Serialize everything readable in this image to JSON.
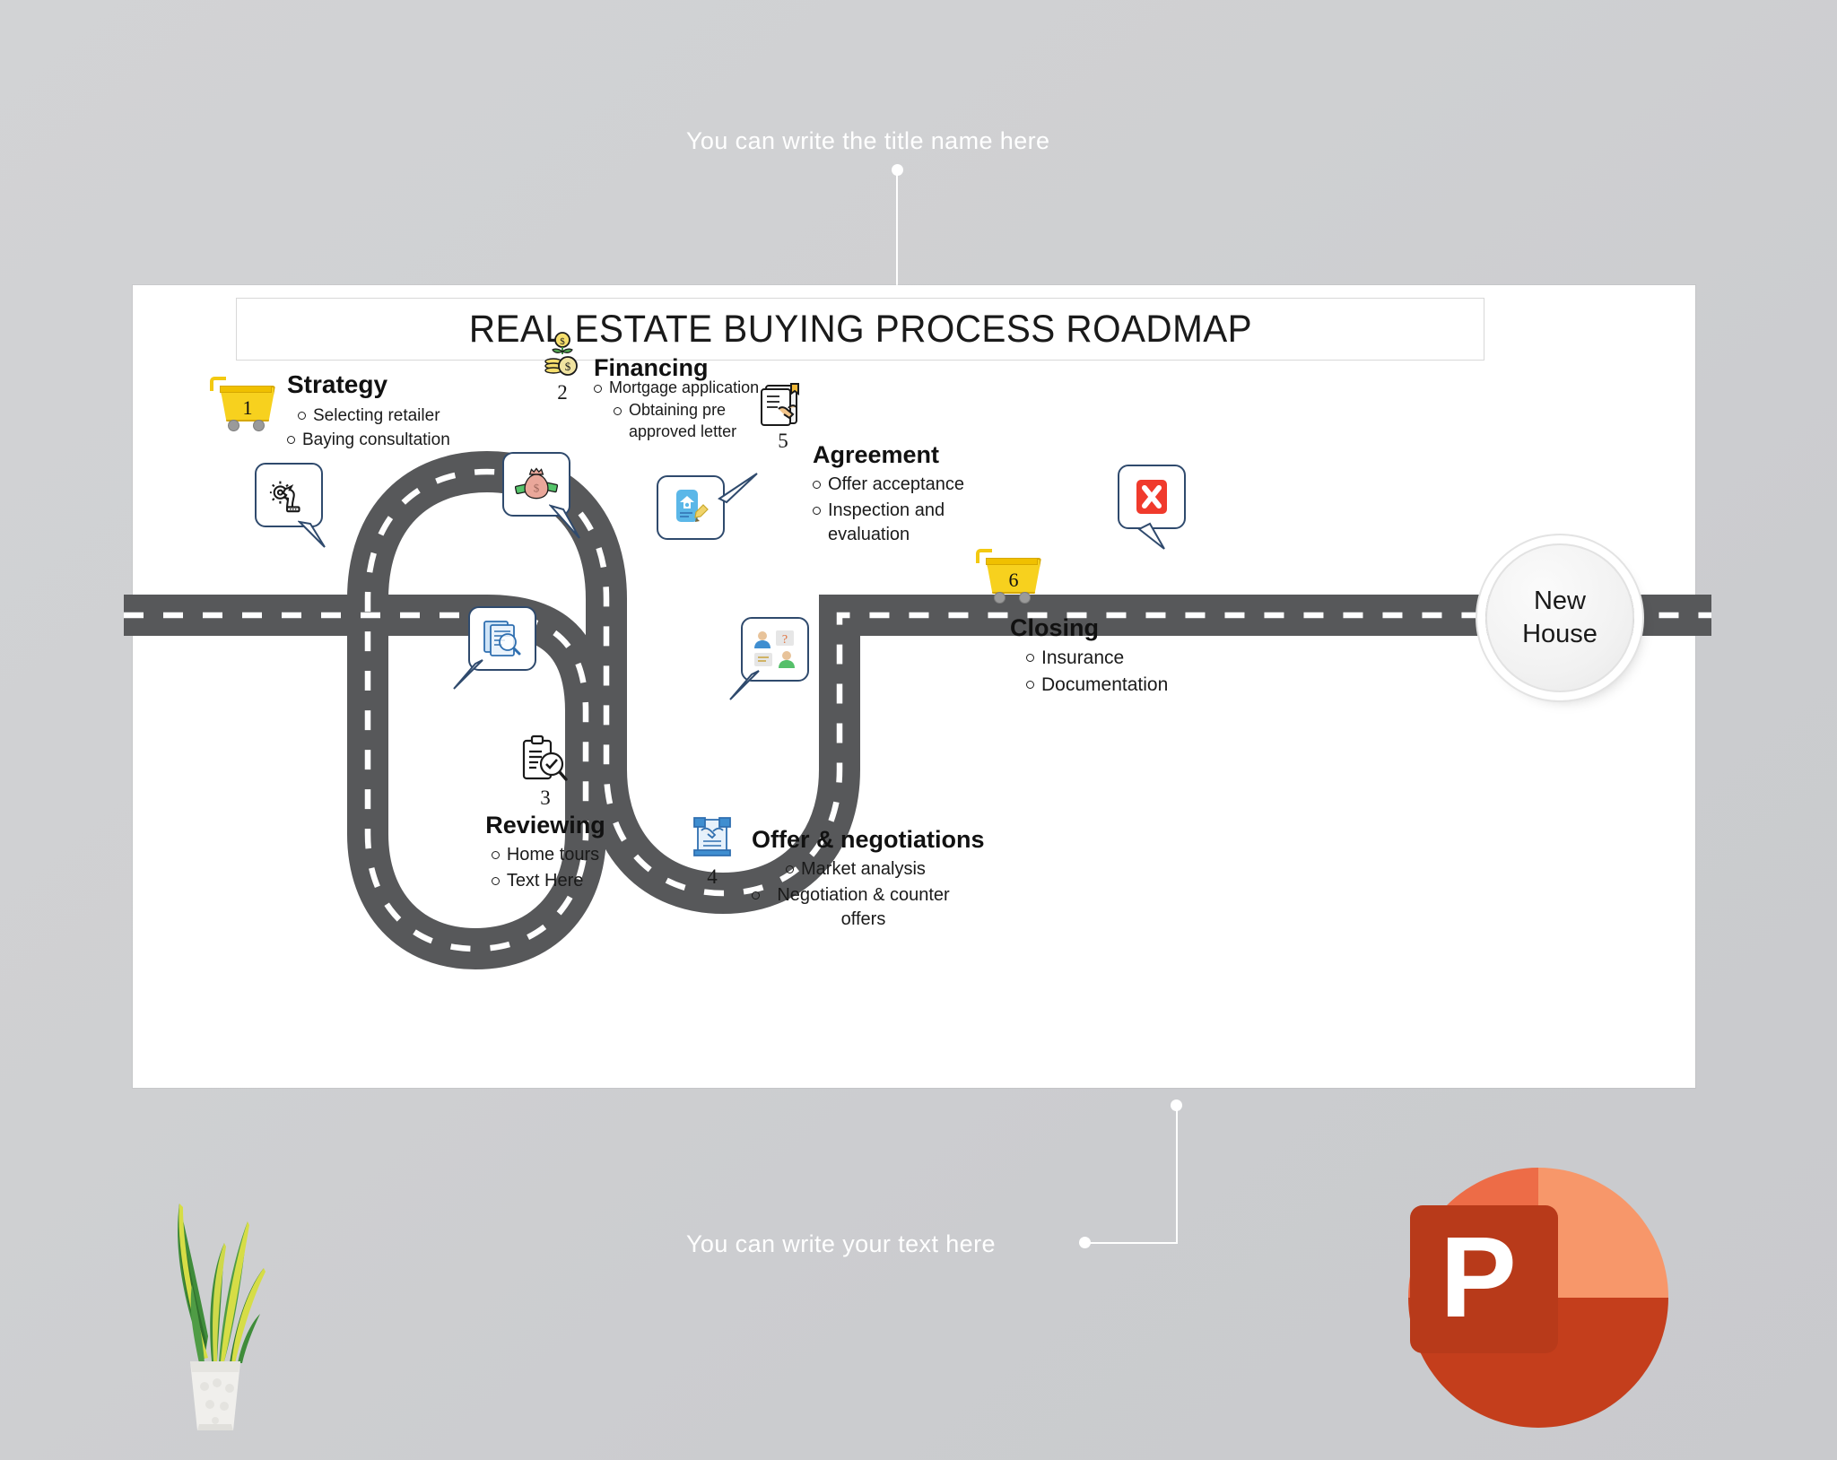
{
  "annotations": {
    "top": "You can write the title name here",
    "bottom": "You can write your text here"
  },
  "slide": {
    "title": "REAL ESTATE BUYING PROCESS ROADMAP",
    "goal": {
      "line1": "New",
      "line2": "House"
    },
    "steps": [
      {
        "number": "1",
        "title": "Strategy",
        "bullets": [
          "Selecting retailer",
          "Baying consultation"
        ],
        "marker_icon": "shopping-cart-icon",
        "road_bubble_icon": "strategy-chess-gear-icon"
      },
      {
        "number": "2",
        "title": "Financing",
        "bullets": [
          "Mortgage application",
          "Obtaining pre approved letter"
        ],
        "marker_icon": "money-plant-coins-icon",
        "road_bubble_icon": "money-bag-cash-icon"
      },
      {
        "number": "3",
        "title": "Reviewing",
        "bullets": [
          "Home tours",
          "Text Here"
        ],
        "marker_icon": "clipboard-check-search-icon",
        "road_bubble_icon": "document-magnifier-icon"
      },
      {
        "number": "4",
        "title": "Offer & negotiations",
        "bullets": [
          "Market analysis",
          "Negotiation & counter offers"
        ],
        "marker_icon": "handshake-contract-icon",
        "road_bubble_icon": "two-people-question-icon"
      },
      {
        "number": "5",
        "title": "Agreement",
        "bullets": [
          "Offer acceptance",
          "Inspection and evaluation"
        ],
        "marker_icon": "signed-document-handshake-icon",
        "road_bubble_icon": "house-contract-pencil-icon"
      },
      {
        "number": "6",
        "title": "Closing",
        "bullets": [
          "Insurance",
          "Documentation"
        ],
        "marker_icon": "shopping-cart-icon",
        "road_bubble_icon": "red-x-cross-icon"
      }
    ]
  },
  "decor": {
    "plant": "snake-plant-in-white-pot",
    "app_logo": "powerpoint-logo",
    "app_logo_letter": "P"
  },
  "colors": {
    "backdrop": "#cfd0d2",
    "slide_bg": "#ffffff",
    "road": "#57585a",
    "road_dash": "#ffffff",
    "cart_yellow": "#f7d11e",
    "bubble_border": "#2f4a6d",
    "ppt_orange": "#d24726",
    "ppt_orange_light": "#f08b6b",
    "text": "#1a1a1a"
  }
}
